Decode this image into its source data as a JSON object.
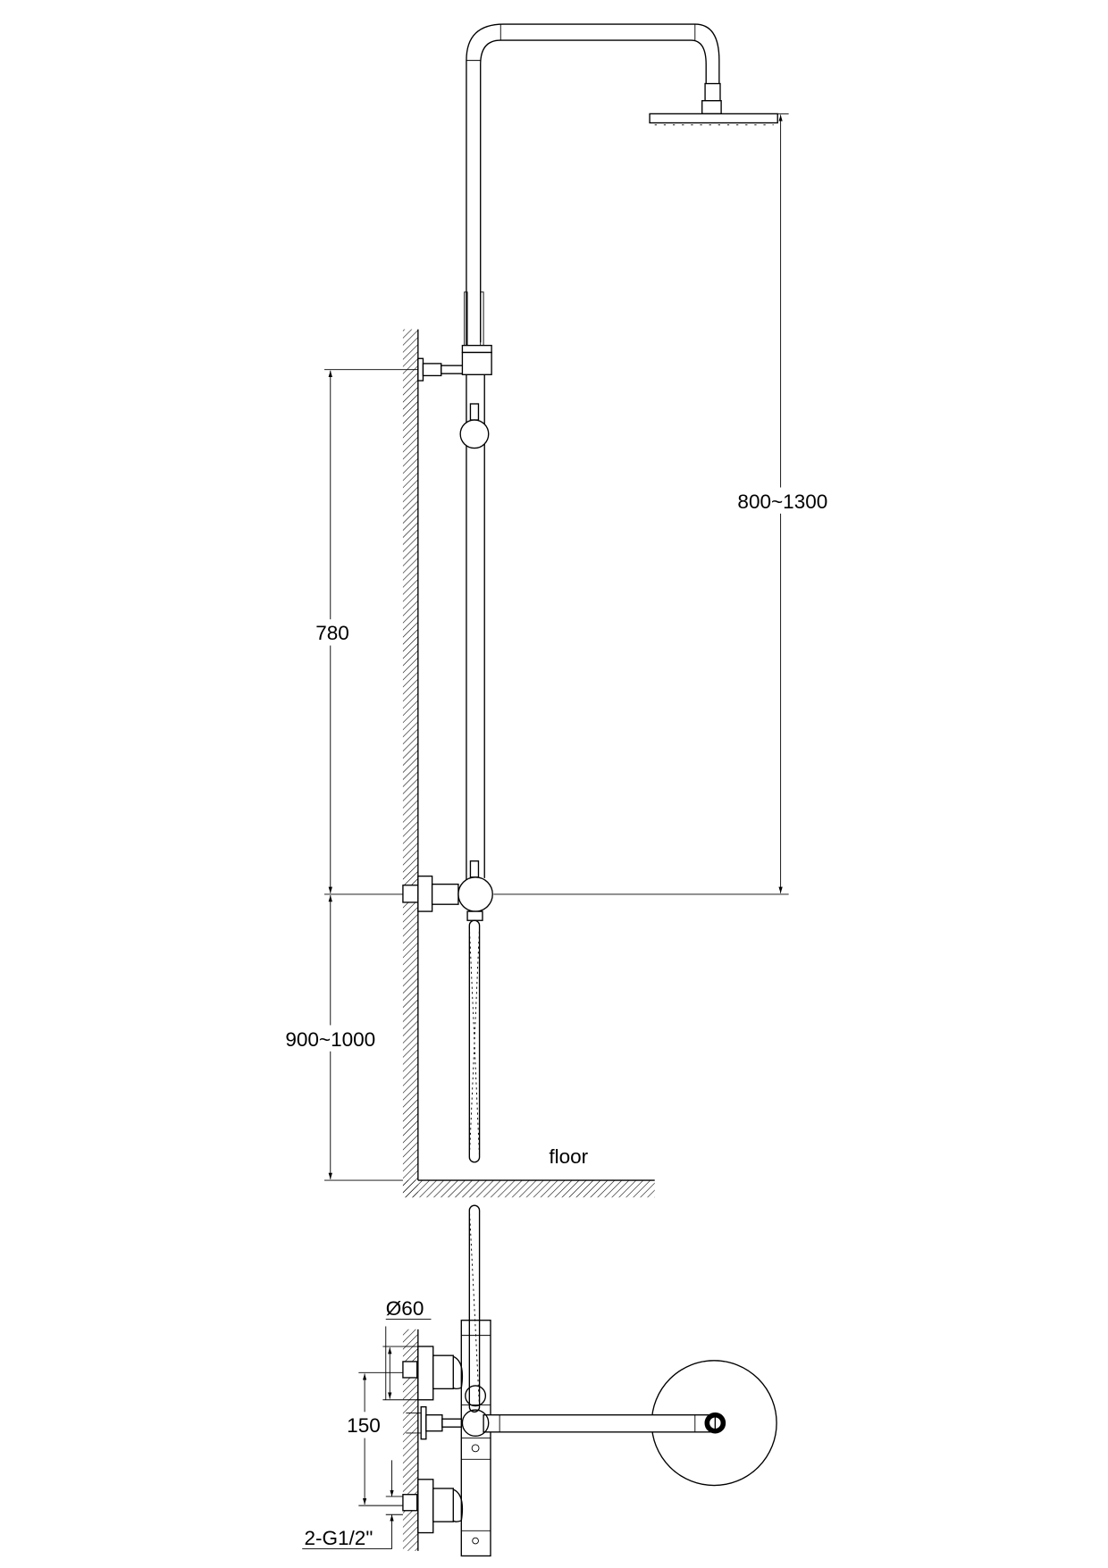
{
  "dimensions": {
    "shower_head_height": "800~1300",
    "bracket_spacing": "780",
    "mixer_height": "900~1000",
    "floor_label": "floor",
    "escutcheon_diameter": "Ø60",
    "inlet_spacing": "150",
    "inlet_thread": "2-G1/2\""
  },
  "colors": {
    "line": "#000000",
    "background": "#ffffff"
  }
}
